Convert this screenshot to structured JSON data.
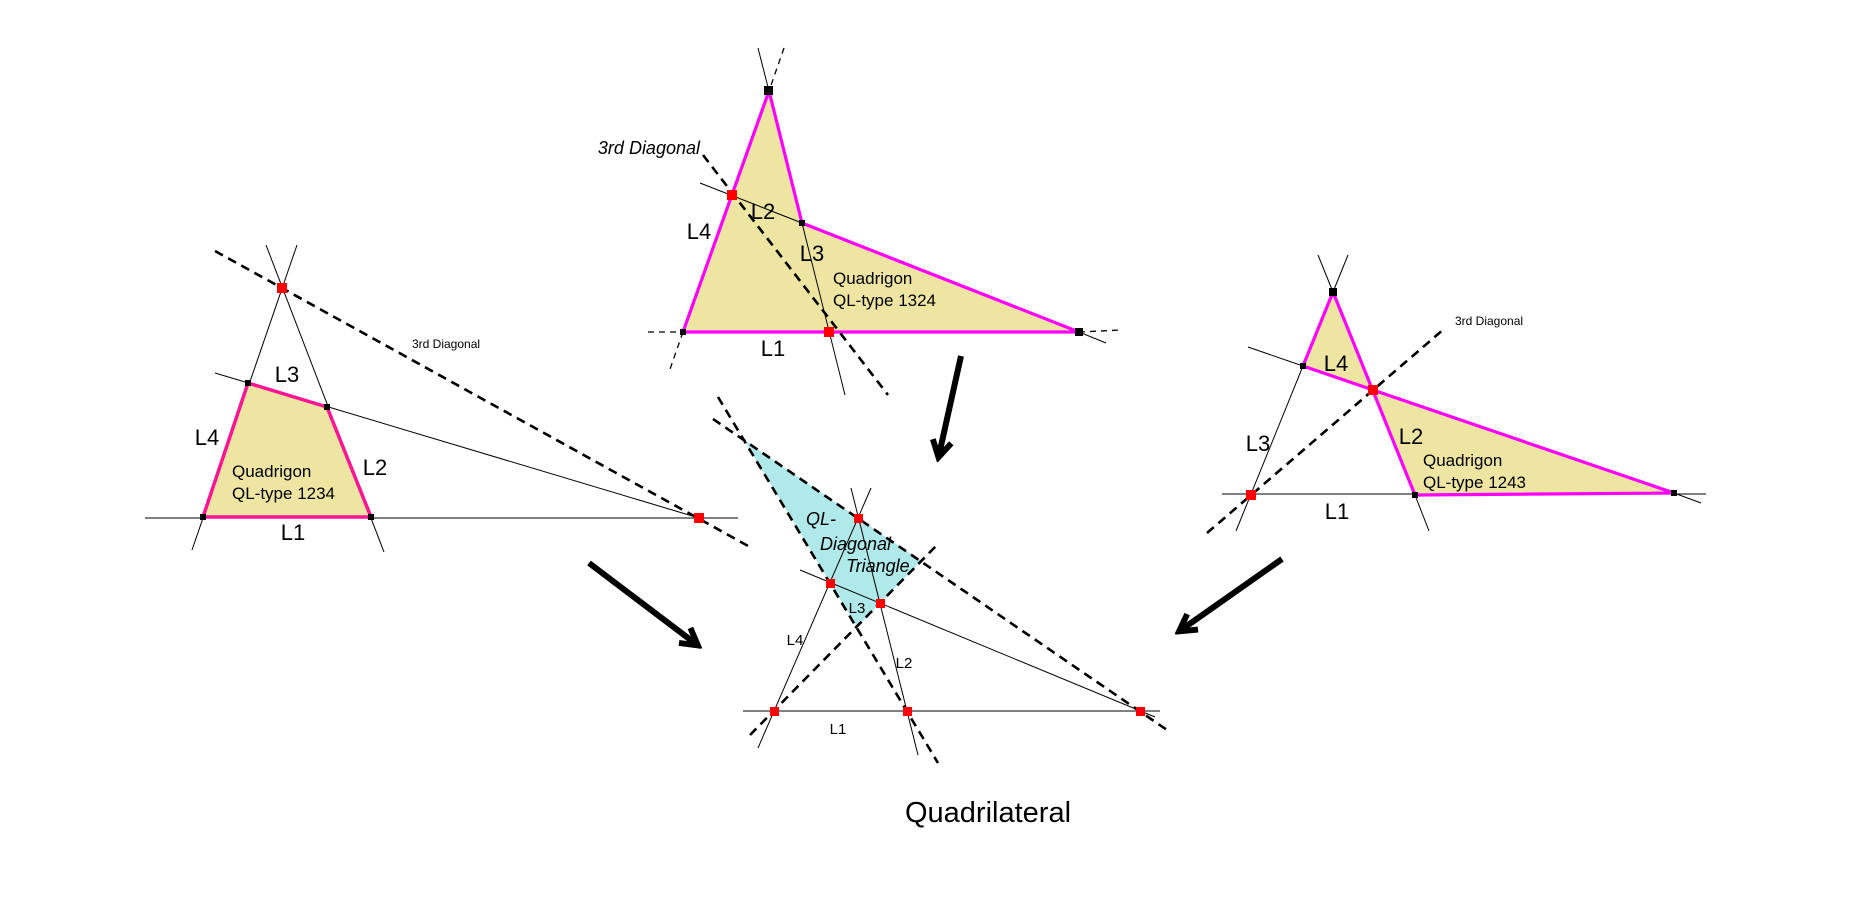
{
  "title": "Quadrilateral",
  "colors": {
    "quadrigon_fill": "#EDE5A1",
    "quadrigon_outline_left": "#FF1493",
    "quadrigon_outline": "#FF00FF",
    "diagonal_triangle_fill": "#AFE9E9",
    "red_point": "#FF0000",
    "black_point": "#000000"
  },
  "figures": {
    "left": {
      "caption": [
        "Quadrigon",
        "QL-type 1234"
      ],
      "third_diagonal": "3rd Diagonal",
      "lines": {
        "l1": "L1",
        "l2": "L2",
        "l3": "L3",
        "l4": "L4"
      }
    },
    "top": {
      "caption": [
        "Quadrigon",
        "QL-type 1324"
      ],
      "third_diagonal": "3rd Diagonal",
      "lines": {
        "l1": "L1",
        "l2": "L2",
        "l3": "L3",
        "l4": "L4"
      }
    },
    "right": {
      "caption": [
        "Quadrigon",
        "QL-type 1243"
      ],
      "third_diagonal": "3rd Diagonal",
      "lines": {
        "l1": "L1",
        "l2": "L2",
        "l3": "L3",
        "l4": "L4"
      }
    },
    "center": {
      "triangle_caption": [
        "QL-",
        "Diagonal",
        "Triangle"
      ],
      "lines": {
        "l1": "L1",
        "l2": "L2",
        "l3": "L3",
        "l4": "L4"
      }
    }
  }
}
